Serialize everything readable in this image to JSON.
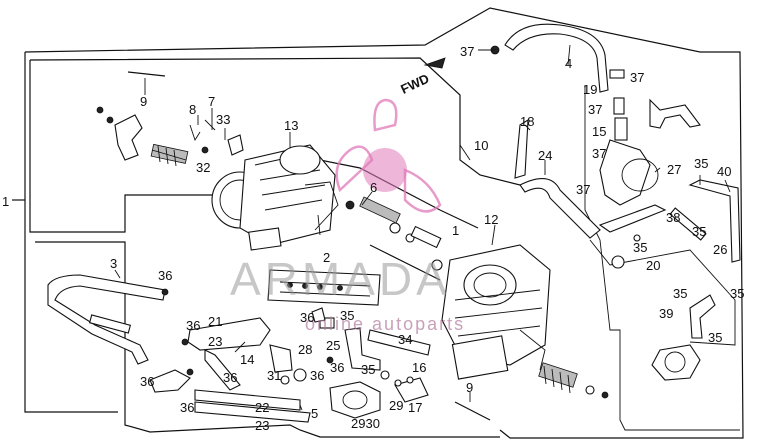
{
  "diagram": {
    "callouts": [
      "1",
      "2",
      "3",
      "4",
      "5",
      "6",
      "7",
      "8",
      "9",
      "9",
      "10",
      "12",
      "13",
      "14",
      "15",
      "16",
      "17",
      "18",
      "19",
      "20",
      "21",
      "22",
      "23",
      "23",
      "24",
      "25",
      "26",
      "27",
      "28",
      "29",
      "30",
      "31",
      "32",
      "33",
      "34",
      "35",
      "36",
      "37",
      "38",
      "39",
      "40"
    ],
    "labels": {
      "n1": "1",
      "n1b": "1",
      "n2": "2",
      "n3": "3",
      "n4": "4",
      "n5": "5",
      "n6": "6",
      "n7": "7",
      "n8": "8",
      "n9a": "9",
      "n9b": "9",
      "n10": "10",
      "n12": "12",
      "n13": "13",
      "n14": "14",
      "n15": "15",
      "n16": "16",
      "n17": "17",
      "n18": "18",
      "n19": "19",
      "n20": "20",
      "n21": "21",
      "n22": "22",
      "n23a": "23",
      "n23b": "23",
      "n24": "24",
      "n25": "25",
      "n26": "26",
      "n27": "27",
      "n28": "28",
      "n29": "29",
      "n2930": "2930",
      "n31": "31",
      "n32": "32",
      "n33": "33",
      "n34": "34",
      "n35": "35",
      "n36": "36",
      "n37": "37",
      "n38": "38",
      "n39": "39",
      "n40": "40",
      "fwd": "FWD"
    }
  },
  "watermark": {
    "brand": "ARMADA",
    "tagline": "online autoparts",
    "accent_color": "#e07ab8"
  }
}
